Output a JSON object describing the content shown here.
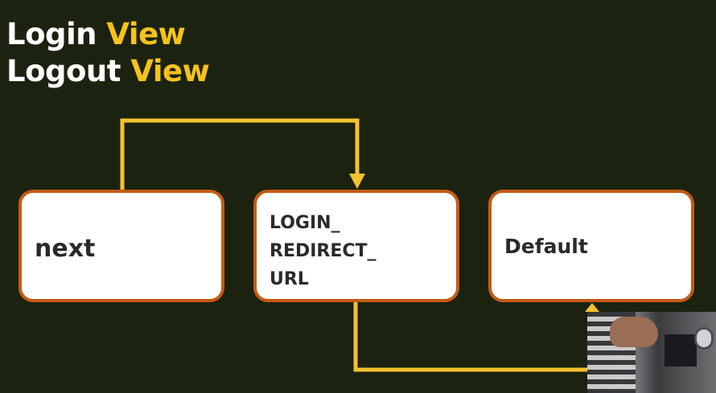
{
  "title": {
    "line1_prefix": "Login",
    "line1_accent": "View",
    "line2_prefix": "Logout",
    "line2_accent": "View"
  },
  "nodes": {
    "next": "next",
    "login_redirect_url": "LOGIN_\nREDIRECT_\nURL",
    "default": "Default"
  },
  "colors": {
    "background": "#1b2310",
    "accent": "#f7c21b",
    "node_border": "#c45b16",
    "node_fill": "#ffffff",
    "connector": "#f6c231"
  }
}
